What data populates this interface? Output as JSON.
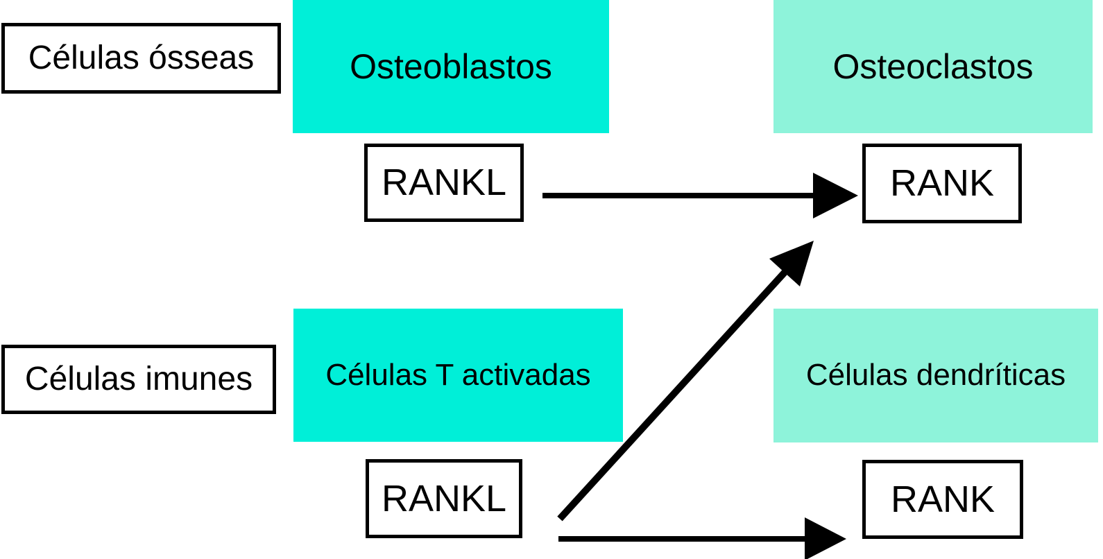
{
  "diagram": {
    "description": "RANKL-RANK signalling diagram between bone cells and immune cells",
    "colors": {
      "bright_cyan_node": "#00efd8",
      "light_mint_node": "#8ef3da",
      "outlined_box_border": "#000000",
      "outlined_box_fill": "#ffffff",
      "arrow": "#000000",
      "text": "#000000",
      "background": "#ffffff"
    },
    "row_labels": {
      "bone": "Células ósseas",
      "immune": "Células imunes"
    },
    "nodes": {
      "osteoblasts": "Osteoblastos",
      "osteoclasts": "Osteoclastos",
      "rankl_osteoblasts": "RANKL",
      "rank_osteoclasts": "RANK",
      "activated_t_cells": "Células T activadas",
      "dendritic_cells": "Células dendríticas",
      "rankl_t_cells": "RANKL",
      "rank_dendritic": "RANK"
    },
    "edges": [
      {
        "from": "rankl_osteoblasts",
        "to": "rank_osteoclasts",
        "style": "solid-arrow"
      },
      {
        "from": "rankl_t_cells",
        "to": "rank_osteoclasts",
        "style": "solid-arrow"
      },
      {
        "from": "rankl_t_cells",
        "to": "rank_dendritic",
        "style": "solid-arrow"
      }
    ]
  }
}
